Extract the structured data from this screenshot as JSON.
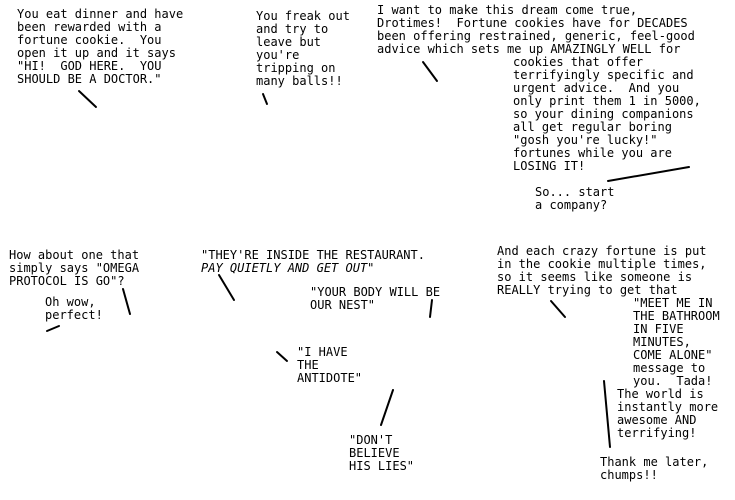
{
  "panel_1": {
    "dinner": "You eat dinner and have\nbeen rewarded with a\nfortune cookie.  You\nopen it up and it says\n\"HI!  GOD HERE.  YOU\nSHOULD BE A DOCTOR.\"",
    "freak_out": "You freak out\nand try to\nleave but\nyou're\ntripping on\nmany balls!!"
  },
  "panel_2": {
    "dream": "I want to make this dream come true,\nDrotimes!  Fortune cookies have for DECADES\nbeen offering restrained, generic, feel-good\nadvice which sets me up AMAZINGLY WELL for",
    "dream_cont": "cookies that offer\nterrifyingly specific and\nurgent advice.  And you\nonly print them 1 in 5000,\nso your dining companions\nall get regular boring\n\"gosh you're lucky!\"\nfortunes while you are\nLOSING IT!",
    "company": "So... start\na company?"
  },
  "panel_3": {
    "omega": "How about one that\nsimply says \"OMEGA\nPROTOCOL IS GO\"?",
    "perfect": "Oh wow,\nperfect!",
    "restaurant_1": "\"THEY'RE INSIDE THE RESTAURANT.",
    "restaurant_2": "PAY QUIETLY AND GET OUT",
    "restaurant_end": "\"",
    "nest": "\"YOUR BODY WILL BE\nOUR NEST\"",
    "antidote": "\"I HAVE\nTHE\nANTIDOTE\"",
    "lies": "\"DON'T\nBELIEVE\nHIS LIES\""
  },
  "panel_4": {
    "crazy": "And each crazy fortune is put\nin the cookie multiple times,\nso it seems like someone is\nREALLY trying to get that",
    "bathroom": "\"MEET ME IN\nTHE BATHROOM\nIN FIVE\nMINUTES,\nCOME ALONE\"\nmessage to\nyou.  Tada!",
    "world": "The world is\ninstantly more\nawesome AND\nterrifying!",
    "thanks": "Thank me later,\nchumps!!"
  }
}
